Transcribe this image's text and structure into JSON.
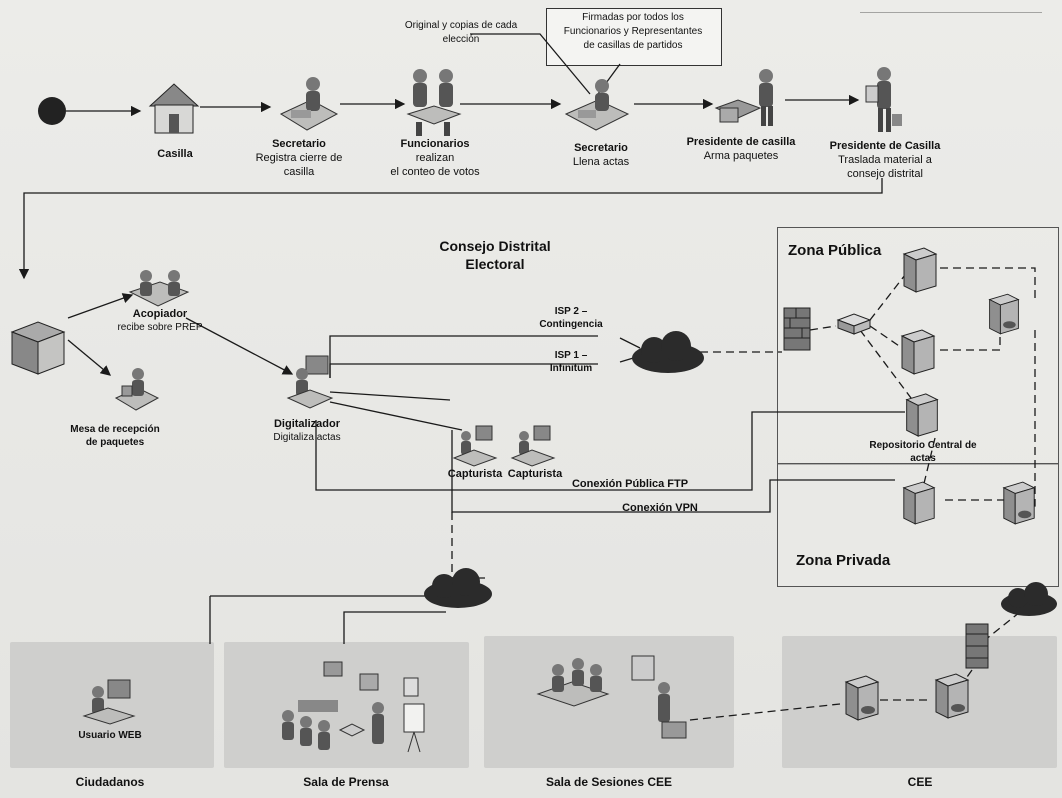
{
  "top_flow": {
    "casilla": "Casilla",
    "secretario1_title": "Secretario",
    "secretario1_l1": "Registra cierre de",
    "secretario1_l2": "casilla",
    "funcionarios_title": "Funcionarios",
    "funcionarios_l1": "realizan",
    "funcionarios_l2": "el conteo de votos",
    "secretario2_title": "Secretario",
    "secretario2_l1": "Llena actas",
    "presidente1_title": "Presidente de casilla",
    "presidente1_l1": "Arma paquetes",
    "presidente2_title": "Presidente de Casilla",
    "presidente2_l1": "Traslada material a",
    "presidente2_l2": "consejo distrital",
    "original_l1": "Original y copias de cada",
    "original_l2": "elección",
    "firmadas_l1": "Firmadas por todos los",
    "firmadas_l2": "Funcionarios y Representantes",
    "firmadas_l3": "de casillas de partidos"
  },
  "consejo": {
    "title_l1": "Consejo Distrital",
    "title_l2": "Electoral",
    "acopiador_title": "Acopiador",
    "acopiador_l1": "recibe sobre PREP",
    "mesa_l1": "Mesa de recepción",
    "mesa_l2": "de paquetes",
    "digitalizador_title": "Digitalizador",
    "digitalizador_l1": "Digitaliza actas",
    "capturista1": "Capturista",
    "capturista2": "Capturista",
    "isp2_l1": "ISP 2 –",
    "isp2_l2": "Contingencia",
    "isp1_l1": "ISP 1 –",
    "isp1_l2": "Infinitum",
    "ftp": "Conexión Pública FTP",
    "vpn": "Conexión VPN"
  },
  "zones": {
    "publica": "Zona Pública",
    "privada": "Zona Privada",
    "repositorio_l1": "Repositorio Central de",
    "repositorio_l2": "actas"
  },
  "bottom": {
    "usuario_web": "Usuario WEB",
    "ciudadanos": "Ciudadanos",
    "sala_prensa": "Sala de Prensa",
    "sala_sesiones": "Sala de Sesiones CEE",
    "cee": "CEE"
  },
  "colors": {
    "line": "#1a1a1a",
    "panel": "#cfcfcd",
    "server": "#8f8f8f",
    "cloud": "#2b2b2b"
  }
}
